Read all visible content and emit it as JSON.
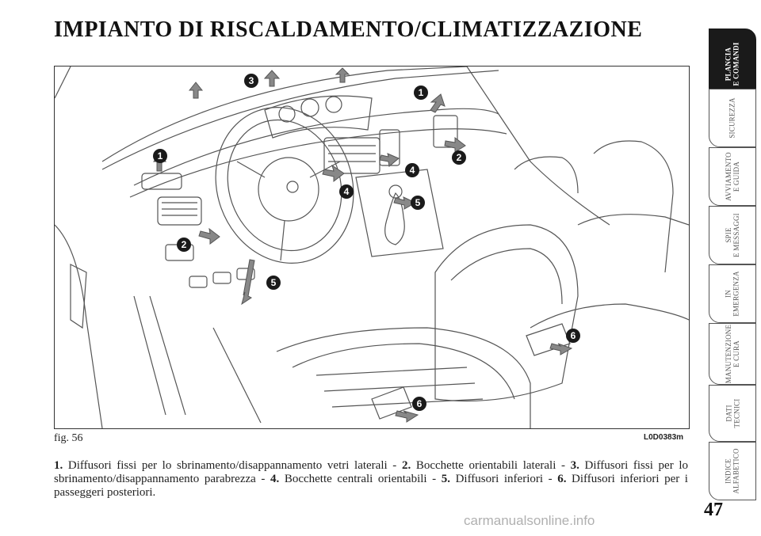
{
  "page": {
    "title": "IMPIANTO DI RISCALDAMENTO/CLIMATIZZAZIONE",
    "page_number": "47"
  },
  "figure": {
    "caption": "fig. 56",
    "code": "L0D0383m",
    "callouts": [
      "1",
      "1",
      "2",
      "2",
      "3",
      "4",
      "4",
      "5",
      "5",
      "6",
      "6"
    ]
  },
  "description": [
    {
      "num": "1.",
      "text": " Diffusori fissi per lo sbrinamento/disappannamento vetri laterali - "
    },
    {
      "num": "2.",
      "text": " Bocchette orientabili laterali - "
    },
    {
      "num": "3.",
      "text": " Diffusori fissi per lo sbrinamento/disappannamento parabrezza - "
    },
    {
      "num": "4.",
      "text": " Bocchette centrali orientabili - "
    },
    {
      "num": "5.",
      "text": " Diffusori inferiori - "
    },
    {
      "num": "6.",
      "text": " Diffusori inferiori per i passeggeri posteriori."
    }
  ],
  "side_tabs": [
    {
      "label": "PLANCIA\nE COMANDI",
      "active": true
    },
    {
      "label": "SICUREZZA",
      "active": false
    },
    {
      "label": "AVVIAMENTO\nE GUIDA",
      "active": false
    },
    {
      "label": "SPIE\nE MESSAGGI",
      "active": false
    },
    {
      "label": "IN\nEMERGENZA",
      "active": false
    },
    {
      "label": "MANUTENZIONE\nE CURA",
      "active": false
    },
    {
      "label": "DATI\nTECNICI",
      "active": false
    },
    {
      "label": "INDICE\nALFABETICO",
      "active": false
    }
  ],
  "watermark": "carmanualsonline.info"
}
